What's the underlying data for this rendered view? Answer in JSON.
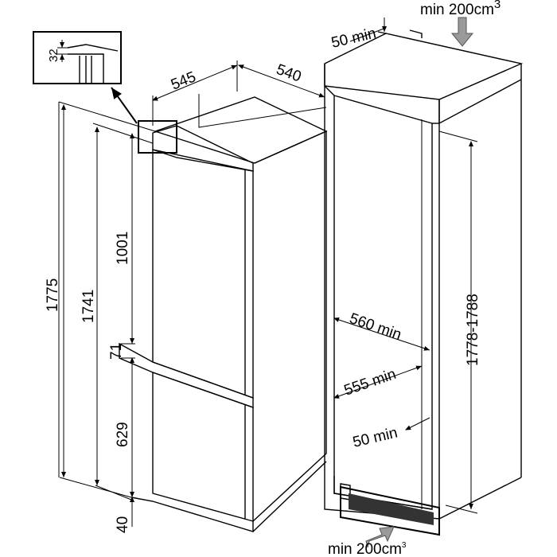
{
  "diagram": {
    "title": "Built-in fridge-freezer installation dimensions",
    "appliance": {
      "height_total": "1775",
      "height_body": "1741",
      "height_upper_door": "1001",
      "gap_between_doors": "71",
      "height_lower_door": "629",
      "bottom_offset": "40",
      "width": "540",
      "depth": "545",
      "detail_top_offset": "32"
    },
    "niche": {
      "top_clearance": "50 min",
      "top_vent": "min 200cm",
      "top_vent_sup": "3",
      "height_range": "1778-1788",
      "depth_min": "560 min",
      "width_min": "555 min",
      "rear_clearance": "50 min",
      "bottom_vent": "min 200cm",
      "bottom_vent_sup": "3"
    },
    "colors": {
      "line": "#000000",
      "arrow_fill": "#9a9a9a",
      "vent_dark": "#333333"
    }
  }
}
